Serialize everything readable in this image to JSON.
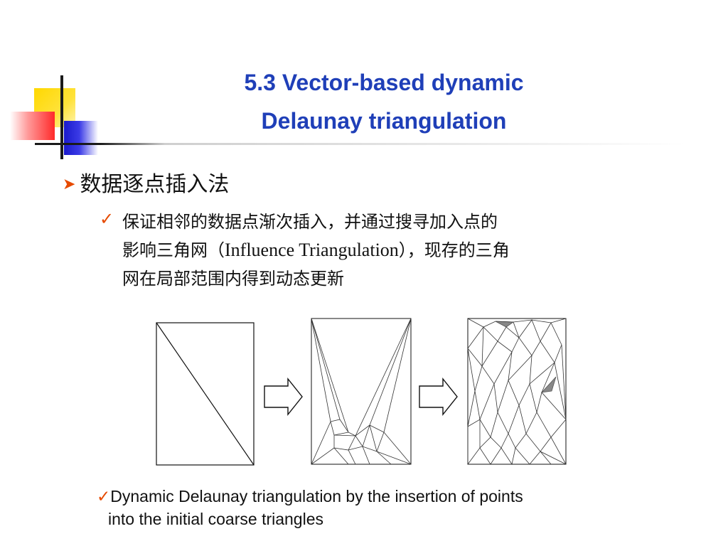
{
  "slide": {
    "title_line1": "5.3 Vector-based dynamic",
    "title_line2": "Delaunay triangulation",
    "bullet_icon": "arrow-bullet-icon",
    "bullet_text": "数据逐点插入法",
    "sub_bullet_icon": "check-icon",
    "sub_line1": "保证相邻的数据点渐次插入，并通过搜寻加入点的",
    "sub_line2_pre": "影响三角网（",
    "sub_line2_latin": "Influence Triangulation",
    "sub_line2_post": "），现存的三角",
    "sub_line3": "网在局部范围内得到动态更新",
    "caption_icon": "check-icon",
    "caption_line1": "Dynamic Delaunay triangulation by the insertion of points",
    "caption_line2": "into the initial coarse triangles",
    "accent_colors": {
      "title": "#1f3fb8",
      "bullet": "#e64a00",
      "logo_yellow": "#ffd800",
      "logo_red": "#ff2a2a",
      "logo_blue": "#1a1acc"
    }
  }
}
